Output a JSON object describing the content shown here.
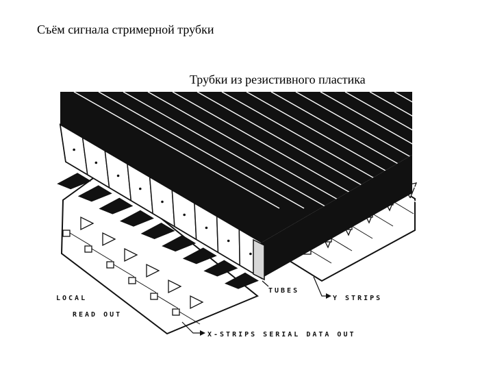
{
  "slide": {
    "title": "Съём сигнала стримерной трубки",
    "subtitle": "Трубки из резистивного пластика"
  },
  "diagram": {
    "labels": {
      "local": "LOCAL",
      "readout": "READ OUT",
      "tubes": "TUBES",
      "y_strips": "Y STRIPS",
      "x_strips": "X-STRIPS SERIAL DATA OUT"
    },
    "colors": {
      "ink": "#111111",
      "paper": "#ffffff"
    }
  }
}
